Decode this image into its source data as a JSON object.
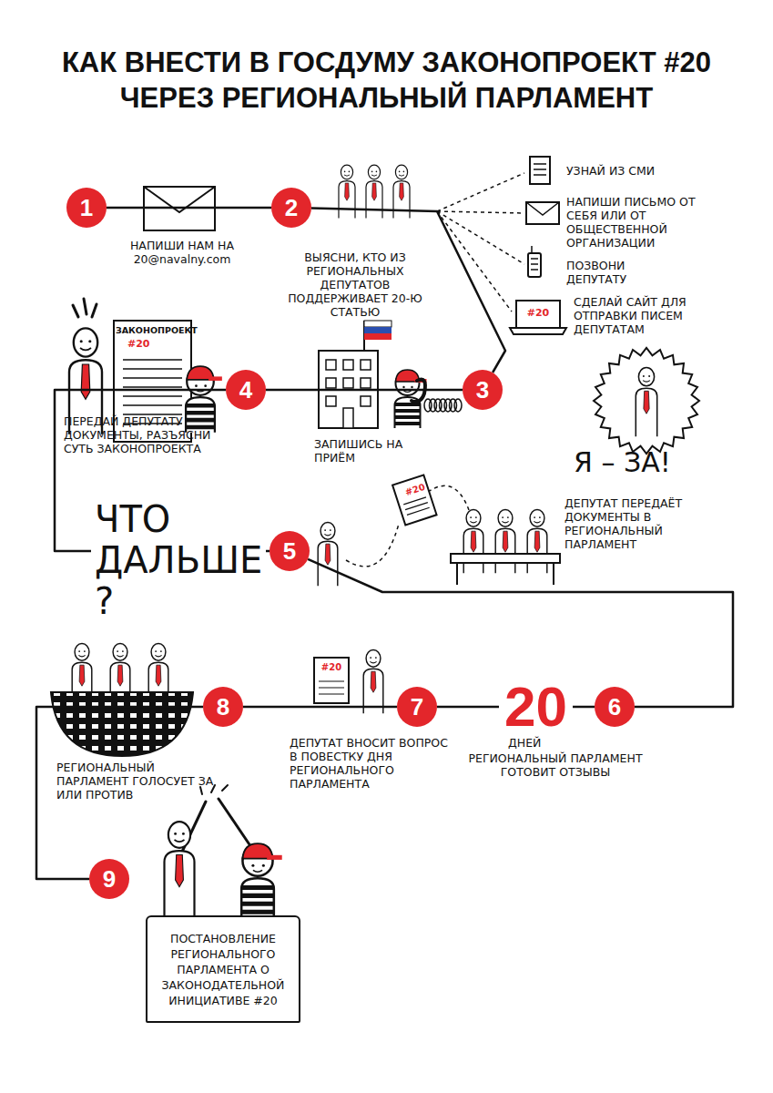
{
  "diagram": {
    "title": "КАК ВНЕСТИ В ГОСДУМУ ЗАКОНОПРОЕКТ #20 ЧЕРЕЗ РЕГИОНАЛЬНЫЙ ПАРЛАМЕНТ",
    "nodes": [
      {
        "text": [
          "1"
        ]
      },
      {
        "text": [
          "2"
        ]
      },
      {
        "text": [
          "3"
        ]
      },
      {
        "text": [
          "4"
        ]
      },
      {
        "text": [
          "5"
        ]
      },
      {
        "text": [
          "6"
        ]
      },
      {
        "text": [
          "7"
        ]
      },
      {
        "text": [
          "8"
        ]
      },
      {
        "text": [
          "9"
        ]
      },
      {
        "text": [
          "ПОСТАНОВЛЕНИЕ РЕГИОНАЛЬНОГО ПАРЛАМЕНТА О ЗАКОНОДАТЕЛЬНОЙ ИНИЦИАТИВЕ #20"
        ]
      }
    ],
    "edges": [
      {
        "from": 0,
        "to": 1,
        "arrow": "none"
      },
      {
        "from": 1,
        "to": 2,
        "arrow": "none"
      },
      {
        "from": 2,
        "to": 3,
        "arrow": "none"
      },
      {
        "from": 3,
        "to": 4,
        "arrow": "none"
      },
      {
        "from": 4,
        "to": 5,
        "arrow": "none"
      },
      {
        "from": 5,
        "to": 6,
        "arrow": "none"
      },
      {
        "from": 6,
        "to": 7,
        "arrow": "none"
      },
      {
        "from": 7,
        "to": 8,
        "arrow": "none"
      }
    ],
    "labels": [
      "НАПИШИ НАМ НА 20@navalny.com",
      "ВЫЯСНИ, КТО ИЗ РЕГИОНАЛЬНЫХ ДЕПУТАТОВ ПОДДЕРЖИВАЕТ 20-Ю СТАТЬЮ",
      "УЗНАЙ ИЗ СМИ",
      "НАПИШИ ПИСЬМО ОТ СЕБЯ ИЛИ ОТ ОБЩЕСТВЕННОЙ ОРГАНИЗАЦИИ",
      "ПОЗВОНИ ДЕПУТАТУ",
      "СДЕЛАЙ САЙТ ДЛЯ ОТПРАВКИ ПИСЕМ ДЕПУТАТАМ",
      "#20",
      "ЗАКОНОПРОЕКТ",
      "#20",
      "ПЕРЕДАЙ ДЕПУТАТУ ДОКУМЕНТЫ, РАЗЪЯСНИ СУТЬ ЗАКОНОПРОЕКТА",
      "ЗАПИШИСЬ НА ПРИЁМ",
      "Я – ЗА!",
      "ЧТО ДАЛЬШЕ ?",
      "#20",
      "ДЕПУТАТ ПЕРЕДАЁТ ДОКУМЕНТЫ В РЕГИОНАЛЬНЫЙ ПАРЛАМЕНТ",
      "20",
      "ДНЕЙ",
      "РЕГИОНАЛЬНЫЙ ПАРЛАМЕНТ ГОТОВИТ ОТЗЫВЫ",
      "#20",
      "ДЕПУТАТ ВНОСИТ ВОПРОС В ПОВЕСТКУ ДНЯ РЕГИОНАЛЬНОГО ПАРЛАМЕНТА",
      "РЕГИОНАЛЬНЫЙ ПАРЛАМЕНТ ГОЛОСУЕТ ЗА ИЛИ ПРОТИВ"
    ]
  }
}
